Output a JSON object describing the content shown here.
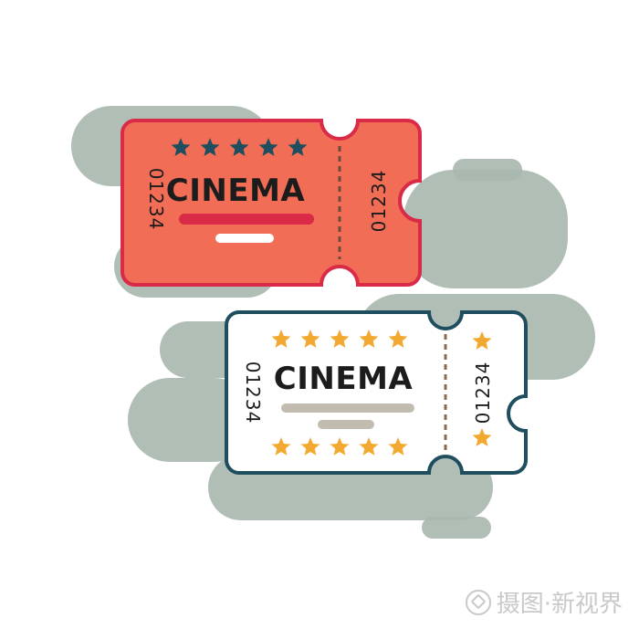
{
  "colors": {
    "background": "#ffffff",
    "cloud": "#a9b8b0",
    "red_fill": "#f26d55",
    "red_border": "#d92a48",
    "red_bar": "#d92a48",
    "white_fill": "#ffffff",
    "white_border": "#1f4e5f",
    "gray_bar": "#c2bbb0",
    "navy_star": "#1f4e5f",
    "gold_star": "#f3a931",
    "text_dark": "#1c1c1c"
  },
  "ticket_red": {
    "title": "CINEMA",
    "serial_left": "01234",
    "serial_right": "01234",
    "star_count": 5
  },
  "ticket_white": {
    "title": "CINEMA",
    "serial_left": "01234",
    "serial_right": "01234",
    "top_star_count": 5,
    "bottom_star_count": 5,
    "stub_star_count": 2
  },
  "watermark": {
    "text": "摄图·新视界"
  }
}
